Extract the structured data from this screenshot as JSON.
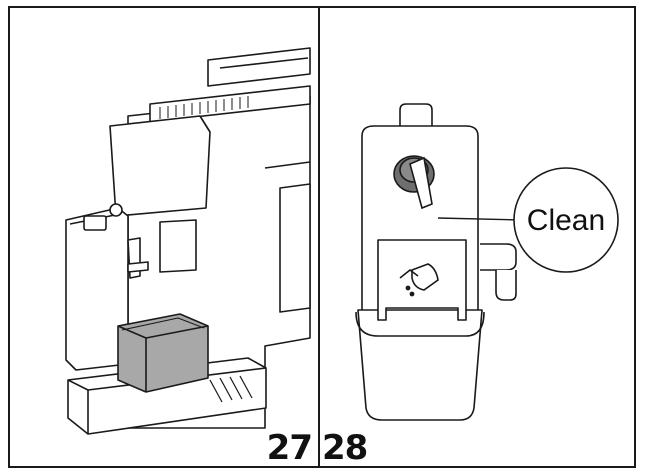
{
  "steps": {
    "left_number": "27",
    "right_number": "28"
  },
  "callout": {
    "label": "Clean"
  },
  "illustrations": {
    "left": "coffee-machine-with-milk-container",
    "right": "milk-container-lid-with-selector-knob"
  },
  "colors": {
    "line": "#1a1a1a",
    "container_fill": "#a8a8a8",
    "knob_fill": "#6e6e6e"
  }
}
